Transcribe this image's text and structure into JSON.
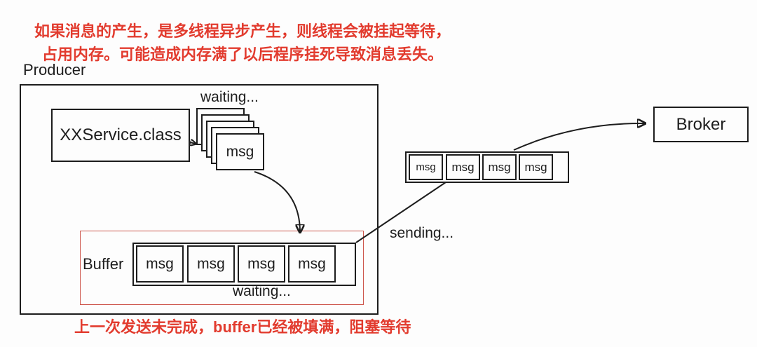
{
  "colors": {
    "annotation_red": "#e23b2e",
    "buffer_outline_red": "#cd564c",
    "line_black": "#1d1d1d",
    "background": "#fdfdfd"
  },
  "annotations": {
    "top_line1": "如果消息的产生，是多线程异步产生，则线程会被挂起等待，",
    "top_line2": "占用内存。可能造成内存满了以后程序挂死导致消息丢失。",
    "bottom_note": "上一次发送未完成，buffer已经被填满，阻塞等待"
  },
  "producer": {
    "title": "Producer",
    "service_class": "XXService.class",
    "stack_waiting": "waiting...",
    "stack_front_msg": "msg",
    "buffer": {
      "label": "Buffer",
      "slots": [
        "msg",
        "msg",
        "msg",
        "msg"
      ],
      "waiting": "waiting..."
    }
  },
  "send_queue": {
    "slots": [
      "msg",
      "msg",
      "msg",
      "msg"
    ],
    "sending": "sending..."
  },
  "broker": {
    "label": "Broker"
  }
}
